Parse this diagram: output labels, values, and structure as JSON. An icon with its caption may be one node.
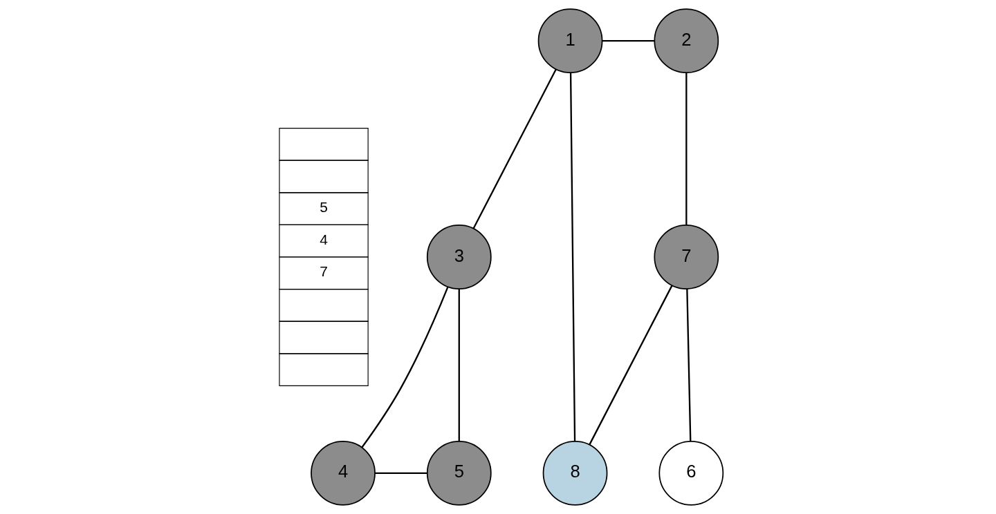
{
  "diagram": {
    "nodes": [
      {
        "text": [
          "1"
        ]
      },
      {
        "text": [
          "2"
        ]
      },
      {
        "text": [
          "3"
        ]
      },
      {
        "text": [
          "7"
        ]
      },
      {
        "text": [
          "4"
        ]
      },
      {
        "text": [
          "5"
        ]
      },
      {
        "text": [
          "8"
        ]
      },
      {
        "text": [
          "6"
        ]
      }
    ],
    "edges": [
      {
        "from": 0,
        "to": 1,
        "arrow": "none"
      },
      {
        "from": 0,
        "to": 2,
        "arrow": "none"
      },
      {
        "from": 0,
        "to": 6,
        "arrow": "none"
      },
      {
        "from": 1,
        "to": 3,
        "arrow": "none"
      },
      {
        "from": 2,
        "to": 4,
        "arrow": "none"
      },
      {
        "from": 2,
        "to": 5,
        "arrow": "none"
      },
      {
        "from": 4,
        "to": 5,
        "arrow": "none"
      },
      {
        "from": 3,
        "to": 6,
        "arrow": "none"
      },
      {
        "from": 3,
        "to": 7,
        "arrow": "none"
      }
    ],
    "labels": [
      "5",
      "4",
      "7"
    ]
  }
}
